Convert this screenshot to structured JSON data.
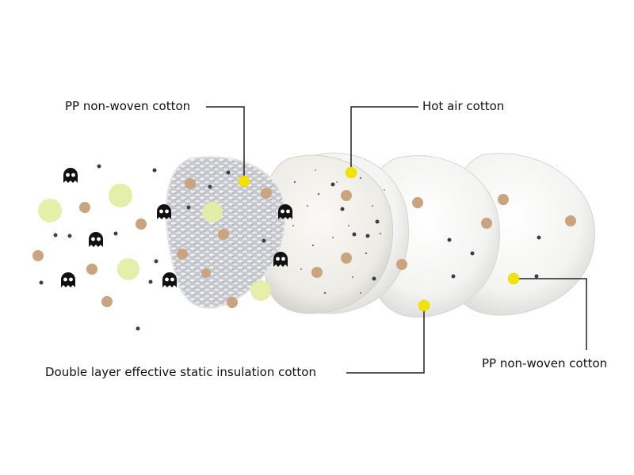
{
  "labels": {
    "pp_top": "PP non-woven cotton",
    "hot_air": "Hot air cotton",
    "double_layer": "Double layer effective static insulation cotton",
    "pp_bottom": "PP non-woven cotton"
  },
  "colors": {
    "marker_yellow": "#f2e300",
    "particle_tan": "#c9a47e",
    "particle_dark": "#3c3c52",
    "pollen_green": "#e4efa6",
    "leader_line": "#222222",
    "layer_white": "#f6f6f4",
    "layer_speckled": "#efeee8",
    "mesh_gray": "#c9cbcf"
  },
  "icons": {
    "germ": "ghost-germ-icon",
    "marker": "yellow-dot-marker"
  }
}
